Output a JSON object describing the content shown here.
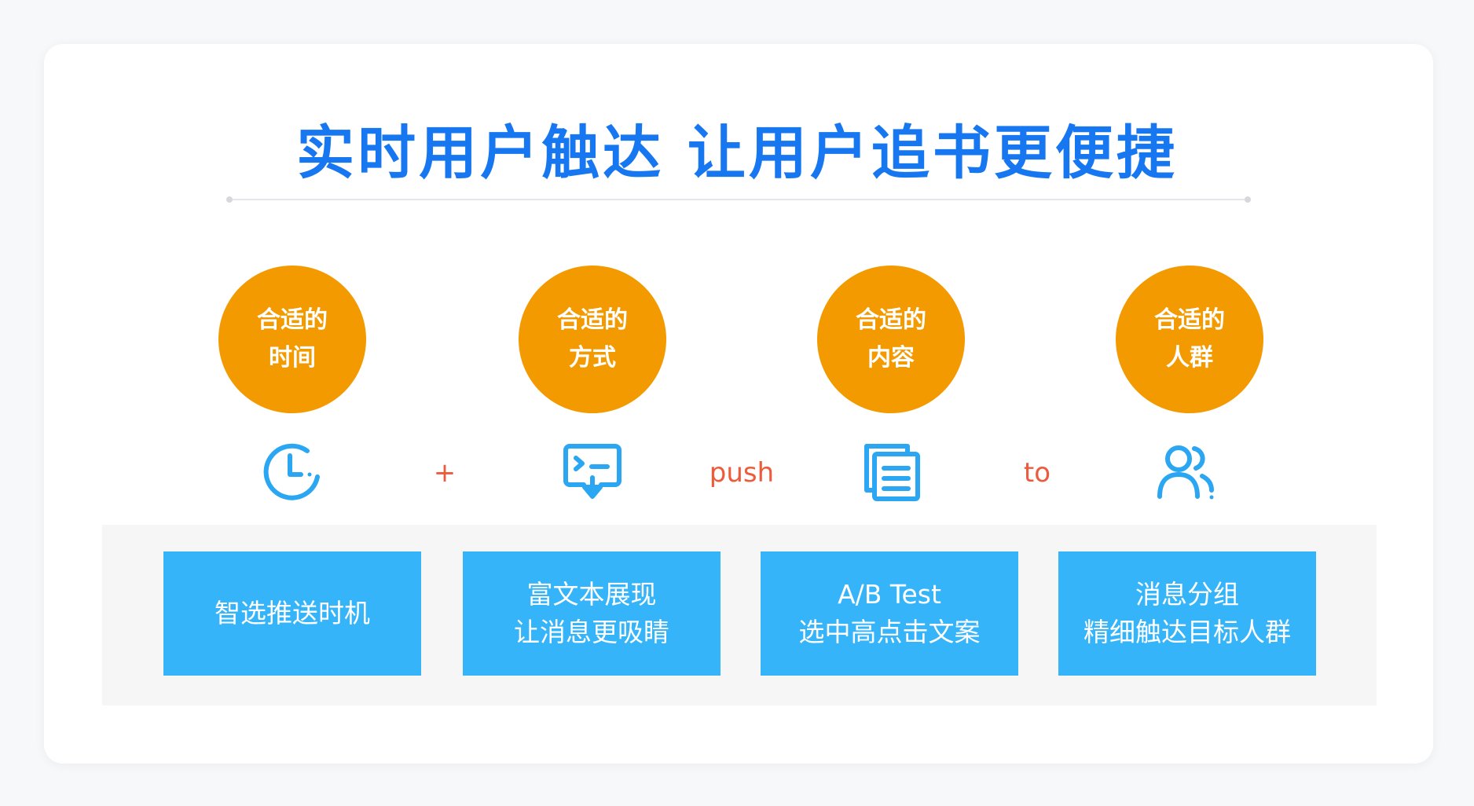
{
  "title": "实时用户触达 让用户追书更便捷",
  "columns": [
    {
      "circle_line1": "合适的",
      "circle_line2": "时间",
      "icon": "clock-icon",
      "box_line1": "智选推送时机",
      "box_line2": ""
    },
    {
      "circle_line1": "合适的",
      "circle_line2": "方式",
      "icon": "push-message-icon",
      "box_line1": "富文本展现",
      "box_line2": "让消息更吸睛"
    },
    {
      "circle_line1": "合适的",
      "circle_line2": "内容",
      "icon": "documents-icon",
      "box_line1": "A/B Test",
      "box_line2": "选中高点击文案"
    },
    {
      "circle_line1": "合适的",
      "circle_line2": "人群",
      "icon": "users-icon",
      "box_line1": "消息分组",
      "box_line2": "精细触达目标人群"
    }
  ],
  "connectors": [
    "+",
    "push",
    "to"
  ],
  "colors": {
    "title": "#1677f0",
    "circle": "#f39a00",
    "icon": "#2aa6f2",
    "connector": "#ee5a3c",
    "box": "#35b4fa"
  }
}
